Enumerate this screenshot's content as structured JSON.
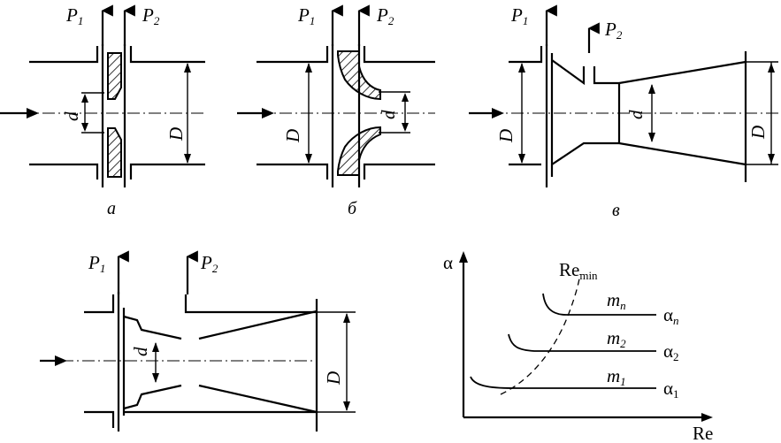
{
  "labels": {
    "p1": "P",
    "p1_sub_a": "1",
    "p1_sub": "1",
    "p2": "P",
    "p2_sub": "2",
    "d": "d",
    "D": "D",
    "alpha": "α",
    "re_axis": "Re",
    "re_min": "Re",
    "re_min_sub": "min",
    "m": "m",
    "n": "n",
    "one": "1",
    "two": "2"
  },
  "captions": {
    "a": "а",
    "b": "б",
    "v": "в"
  }
}
